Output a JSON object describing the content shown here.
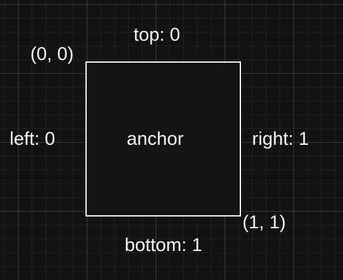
{
  "diagram": {
    "anchor_label": "anchor",
    "top_label": "top: 0",
    "left_label": "left: 0",
    "right_label": "right: 1",
    "bottom_label": "bottom: 1",
    "top_left_corner_label": "(0, 0)",
    "bottom_right_corner_label": "(1, 1)"
  },
  "colors": {
    "background": "#121212",
    "grid": "#2a2a2a",
    "box_stroke": "#eaeaea",
    "text": "#f4f4f4"
  }
}
